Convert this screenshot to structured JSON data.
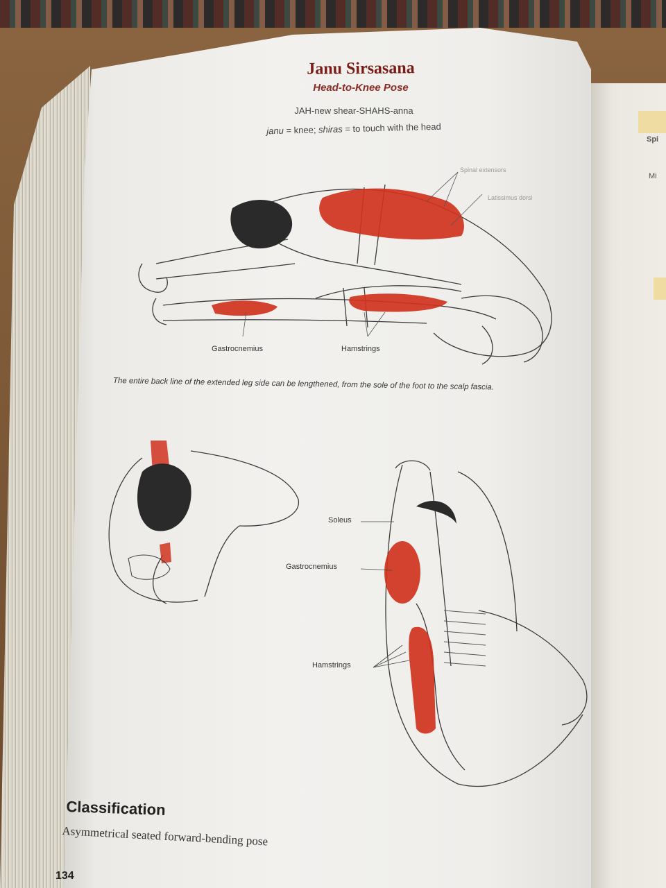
{
  "title": "Janu Sirsasana",
  "subtitle": "Head-to-Knee Pose",
  "pronunciation": "JAH-new shear-SHAHS-anna",
  "etymology": {
    "part1_term": "janu",
    "part1_meaning": " = knee; ",
    "part2_term": "shiras",
    "part2_meaning": " = to touch with the head"
  },
  "figure_top": {
    "labels": {
      "spinal": "Spinal extensors",
      "lats": "Latissimus dorsi",
      "gastroc": "Gastrocnemius",
      "hamstrings": "Hamstrings"
    }
  },
  "caption": "The entire back line of the extended leg side can be lengthened, from the sole of the foot to the scalp fascia.",
  "figure_bottom": {
    "labels": {
      "soleus": "Soleus",
      "gastroc": "Gastrocnemius",
      "hamstrings": "Hamstrings"
    }
  },
  "classification": {
    "heading": "Classification",
    "text": "Asymmetrical seated forward-bending pose"
  },
  "page_number": "134",
  "right_page": {
    "text1": "Spi",
    "text2": "Mi"
  },
  "colors": {
    "muscle": "#d0321e",
    "title": "#7a1c17",
    "highlight": "#efdca3"
  }
}
